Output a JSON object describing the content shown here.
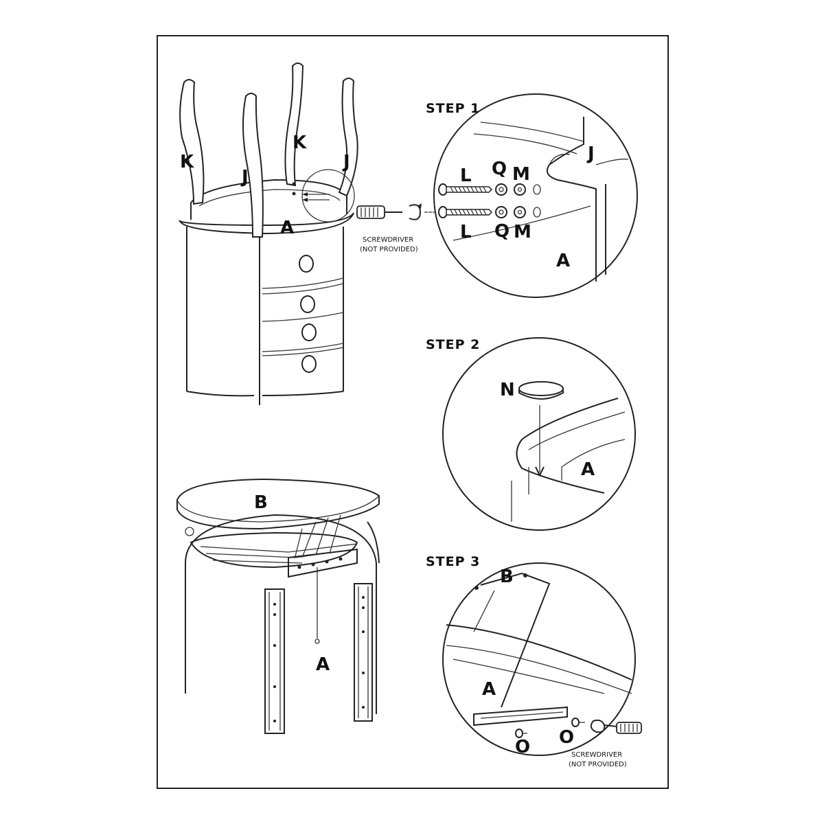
{
  "steps": {
    "step1": "STEP 1",
    "step2": "STEP 2",
    "step3": "STEP 3"
  },
  "parts": {
    "A": "A",
    "B": "B",
    "J": "J",
    "K": "K",
    "L": "L",
    "M": "M",
    "N": "N",
    "O": "O",
    "Q": "Q"
  },
  "notes": {
    "screwdriver_line1": "SCREWDRIVER",
    "screwdriver_line2": "(NOT PROVIDED)"
  }
}
